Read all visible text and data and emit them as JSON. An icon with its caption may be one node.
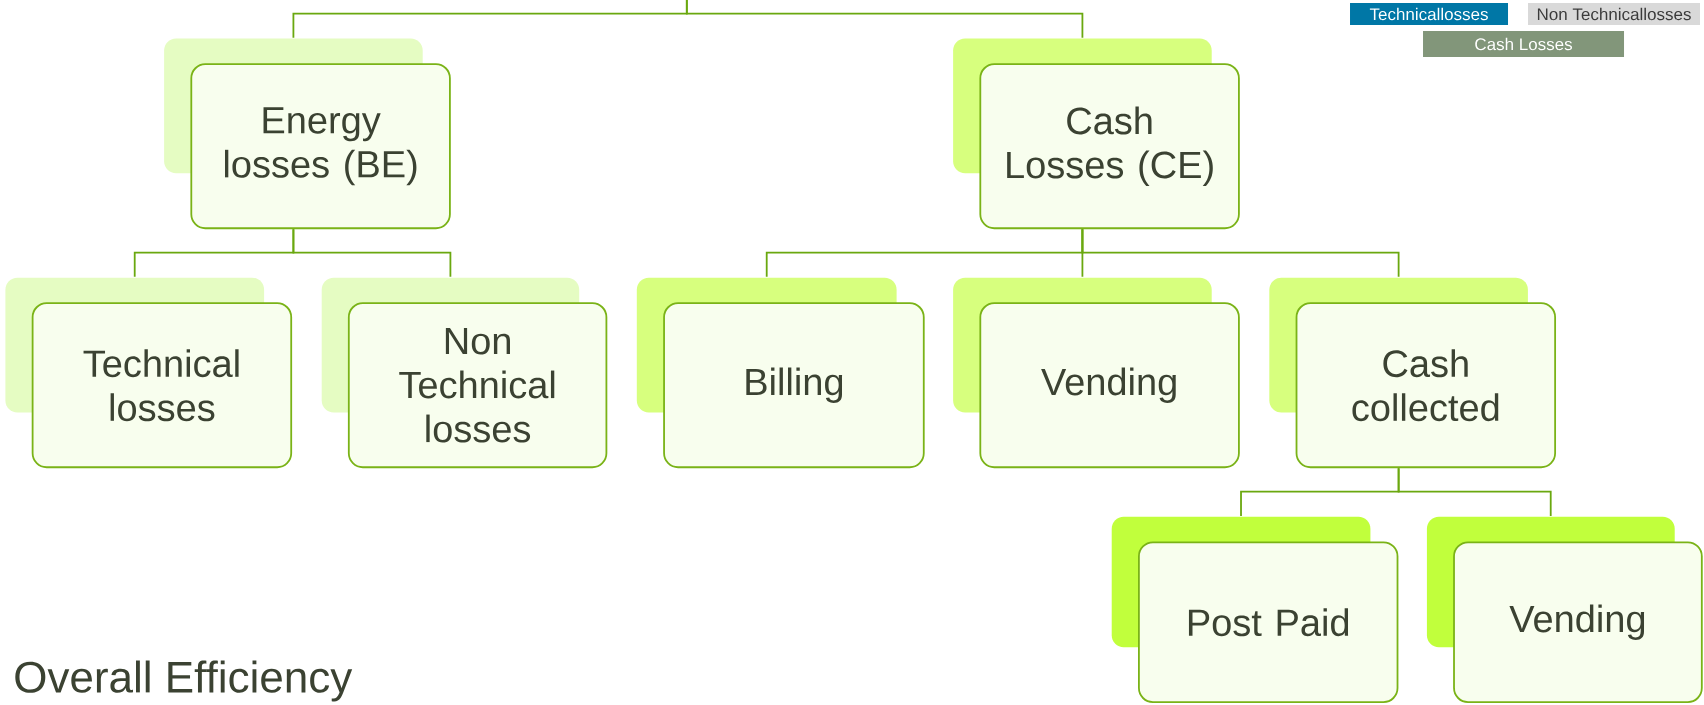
{
  "diagram": {
    "nodes": [
      {
        "text": [
          "Energy losses (BE)"
        ]
      },
      {
        "text": [
          "Cash Losses (CE)"
        ]
      },
      {
        "text": [
          "Technical losses"
        ]
      },
      {
        "text": [
          "Non Technical losses"
        ]
      },
      {
        "text": [
          "Billing"
        ]
      },
      {
        "text": [
          "Vending"
        ]
      },
      {
        "text": [
          "Cash collected"
        ]
      },
      {
        "text": [
          "Post Paid"
        ]
      },
      {
        "text": [
          "Vending"
        ]
      },
      {
        "text": [
          "Technicallosses"
        ]
      },
      {
        "text": [
          "Non Technicallosses"
        ]
      },
      {
        "text": [
          "Cash Losses"
        ]
      }
    ],
    "edges": [
      {
        "from": null,
        "to": 0,
        "arrow": "none"
      },
      {
        "from": null,
        "to": 1,
        "arrow": "none"
      },
      {
        "from": 0,
        "to": 2,
        "arrow": "none"
      },
      {
        "from": 0,
        "to": 3,
        "arrow": "none"
      },
      {
        "from": 1,
        "to": 4,
        "arrow": "none"
      },
      {
        "from": 1,
        "to": 5,
        "arrow": "none"
      },
      {
        "from": 1,
        "to": 6,
        "arrow": "none"
      },
      {
        "from": 6,
        "to": 7,
        "arrow": "none"
      },
      {
        "from": 6,
        "to": 8,
        "arrow": "none"
      }
    ],
    "labels": [
      "Overall Efficiency"
    ]
  }
}
